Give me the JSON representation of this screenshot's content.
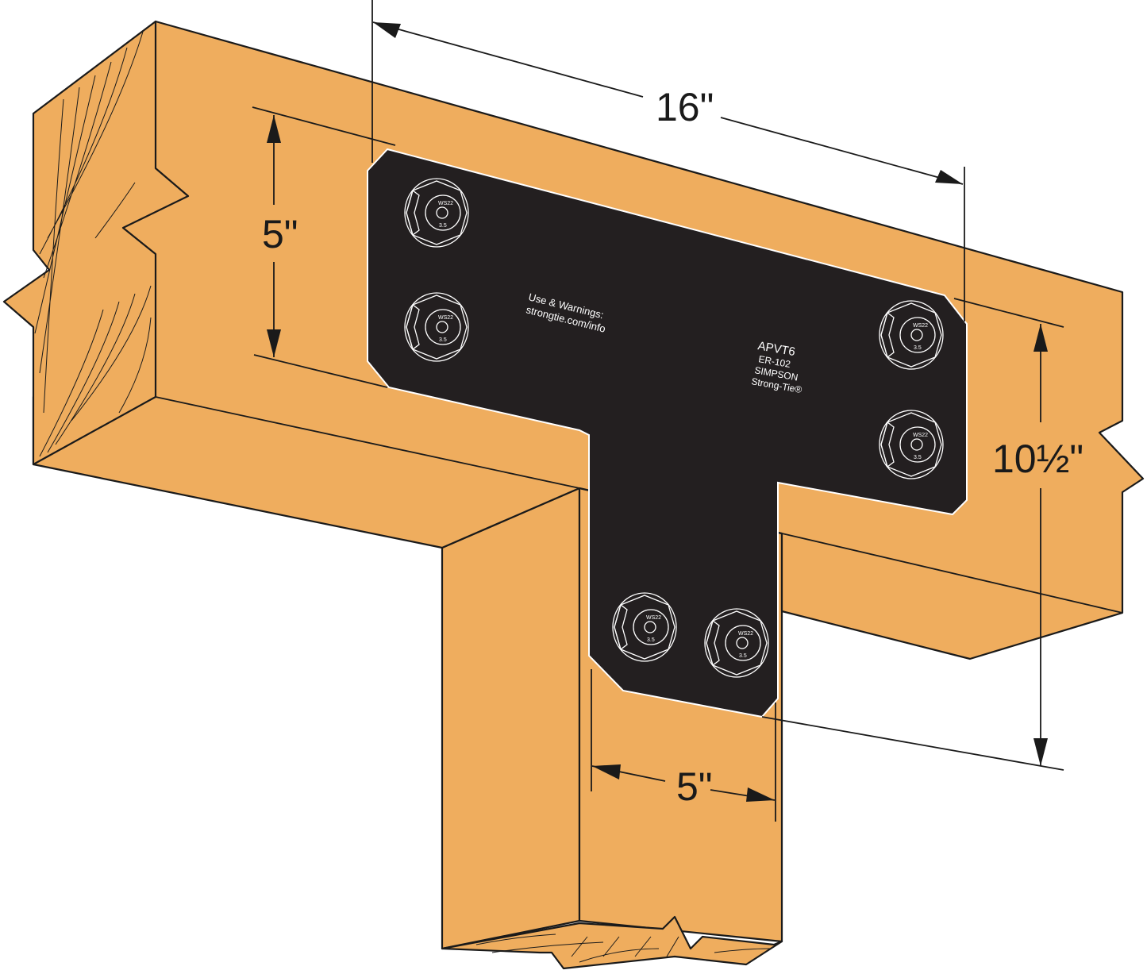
{
  "diagram": {
    "product": {
      "model": "APVT6",
      "code_report": "ER-102",
      "brand_line1": "SIMPSON",
      "brand_line2": "Strong-Tie®",
      "warning_line1": "Use & Warnings:",
      "warning_line2": "strongtie.com/info"
    },
    "dimensions": {
      "overall_width": "16\"",
      "arm_height": "5\"",
      "overall_height": "10½\"",
      "stem_width": "5\""
    },
    "fastener": {
      "head_mark": "WS22",
      "size_mark": "3.5",
      "count": 6
    },
    "colors": {
      "wood": "#efad5e",
      "plate": "#231f20",
      "outline": "#1a1a1a"
    }
  }
}
